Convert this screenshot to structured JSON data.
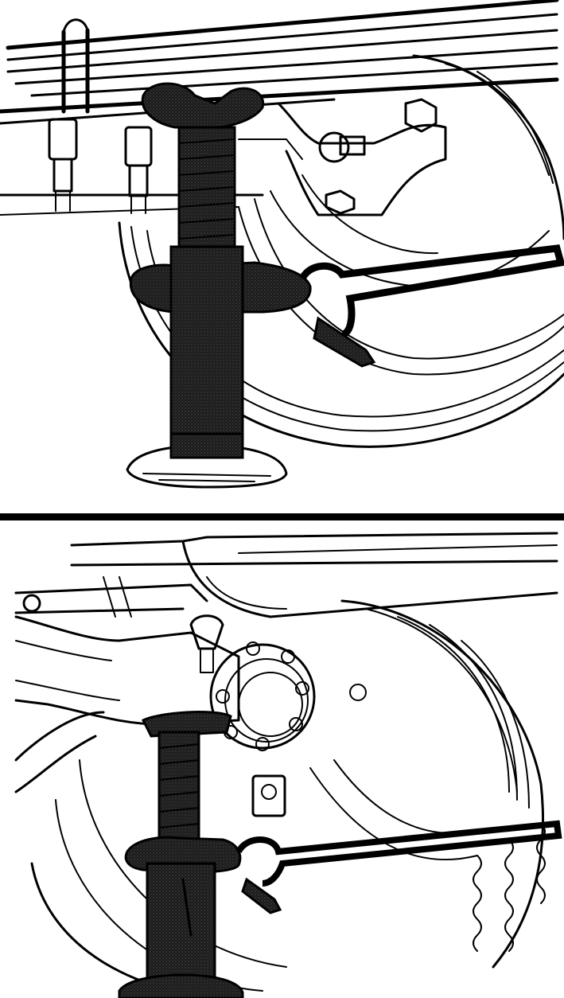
{
  "figure": {
    "panels": [
      {
        "id": "top",
        "subject": "screw-jack-under-leaf-spring"
      },
      {
        "id": "bottom",
        "subject": "screw-jack-under-axle"
      }
    ],
    "colors": {
      "ink": "#000000",
      "paper": "#ffffff",
      "jack_fill": "#1a1a1a",
      "jack_tone": "#3a3a3a"
    }
  }
}
